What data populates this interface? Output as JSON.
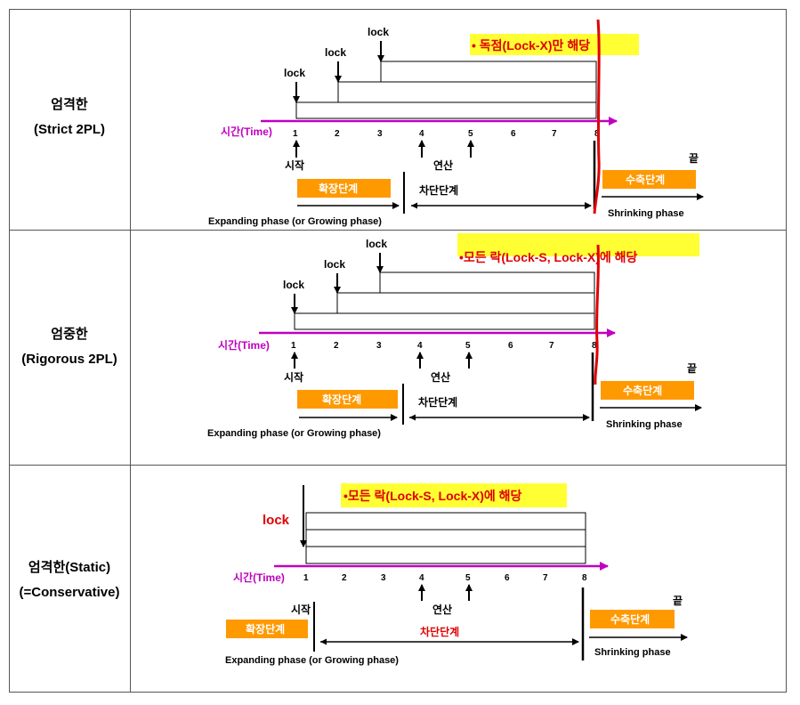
{
  "rows": [
    {
      "label_ko": "엄격한",
      "label_en": "(Strict 2PL)",
      "lock1": "lock",
      "lock2": "lock",
      "lock3": "lock",
      "time_label": "시간(Time)",
      "ticks": [
        "1",
        "2",
        "3",
        "4",
        "5",
        "6",
        "7",
        "8"
      ],
      "start": "시작",
      "op": "연산",
      "end": "끝",
      "expand_box": "확장단계",
      "block": "차단단계",
      "shrink_box": "수축단계",
      "expanding": "Expanding phase (or Growing phase)",
      "shrinking": "Shrinking phase",
      "note": "• 독점(Lock-X)만 해당"
    },
    {
      "label_ko": "엄중한",
      "label_en": "(Rigorous 2PL)",
      "lock1": "lock",
      "lock2": "lock",
      "lock3": "lock",
      "time_label": "시간(Time)",
      "ticks": [
        "1",
        "2",
        "3",
        "4",
        "5",
        "6",
        "7",
        "8"
      ],
      "start": "시작",
      "op": "연산",
      "end": "끝",
      "expand_box": "확장단계",
      "block": "차단단계",
      "shrink_box": "수축단계",
      "expanding": "Expanding phase (or Growing phase)",
      "shrinking": "Shrinking phase",
      "note": "•모든 락(Lock-S, Lock-X)에 해당"
    },
    {
      "label_ko": "엄격한(Static)",
      "label_en": "(=Conservative)",
      "lock1": "lock",
      "time_label": "시간(Time)",
      "ticks": [
        "1",
        "2",
        "3",
        "4",
        "5",
        "6",
        "7",
        "8"
      ],
      "start": "시작",
      "op": "연산",
      "end": "끝",
      "expand_box": "확장단계",
      "block": "차단단계",
      "shrink_box": "수축단계",
      "expanding": "Expanding phase (or Growing phase)",
      "shrinking": "Shrinking phase",
      "note": "•모든 락(Lock-S, Lock-X)에 해당"
    }
  ],
  "colors": {
    "magenta": "#c000c0",
    "orange": "#ff9900",
    "red": "#e00000",
    "highlight": "#ffff33"
  }
}
